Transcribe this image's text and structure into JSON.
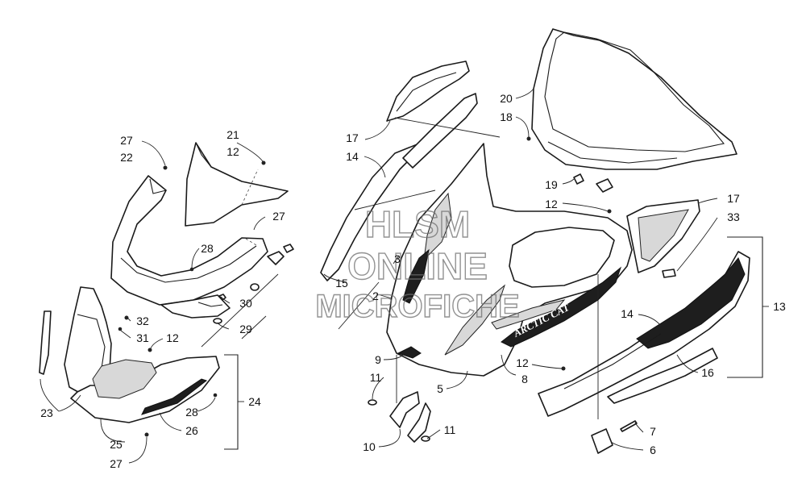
{
  "watermark": {
    "line1": "HLSM",
    "line2": "ONLINE",
    "line3": "MICROFICHE"
  },
  "decal_text": "ARCTIC CAT",
  "callouts": {
    "c1": "27",
    "c2": "22",
    "c3": "21",
    "c4": "12",
    "c5": "27",
    "c6": "28",
    "c7": "30",
    "c8": "29",
    "c9": "32",
    "c10": "31",
    "c11": "12",
    "c12": "23",
    "c13": "28",
    "c14": "26",
    "c15": "25",
    "c16": "27",
    "c17": "24",
    "c18": "17",
    "c19": "14",
    "c20": "3",
    "c21": "15",
    "c22": "2",
    "c23": "9",
    "c24": "11",
    "c25": "10",
    "c26": "11",
    "c27": "5",
    "c28": "12",
    "c29": "8",
    "c30": "20",
    "c31": "18",
    "c32": "19",
    "c33": "12",
    "c34": "17",
    "c35": "33",
    "c36": "13",
    "c37": "14",
    "c38": "16",
    "c39": "7",
    "c40": "6"
  }
}
